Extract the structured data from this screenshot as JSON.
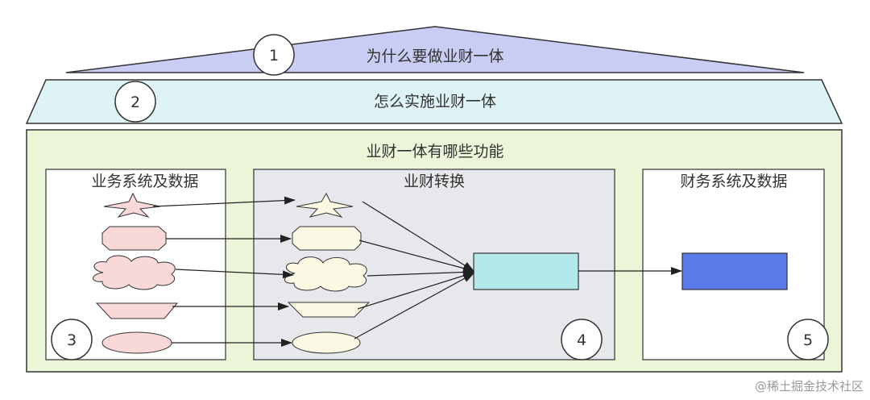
{
  "tiers": {
    "roof": {
      "label": "为什么要做业财一体",
      "badge": "1"
    },
    "beam": {
      "label": "怎么实施业财一体",
      "badge": "2"
    }
  },
  "body": {
    "title": "业财一体有哪些功能",
    "left_panel": {
      "title": "业务系统及数据",
      "badge": "3"
    },
    "middle_panel": {
      "title": "业财转换",
      "badge": "4"
    },
    "right_panel": {
      "title": "财务系统及数据",
      "badge": "5"
    }
  },
  "watermark": "@稀土掘金技术社区",
  "colors": {
    "roof_fill": "#c9ccf3",
    "beam_fill": "#def3f6",
    "body_fill": "#ebf6d9",
    "middle_panel_fill": "#e6e8eb",
    "source_shape_fill": "#f9d9d8",
    "converted_shape_fill": "#fbf9e3",
    "processor_fill": "#b3e8ea",
    "target_fill": "#5a7bea"
  }
}
